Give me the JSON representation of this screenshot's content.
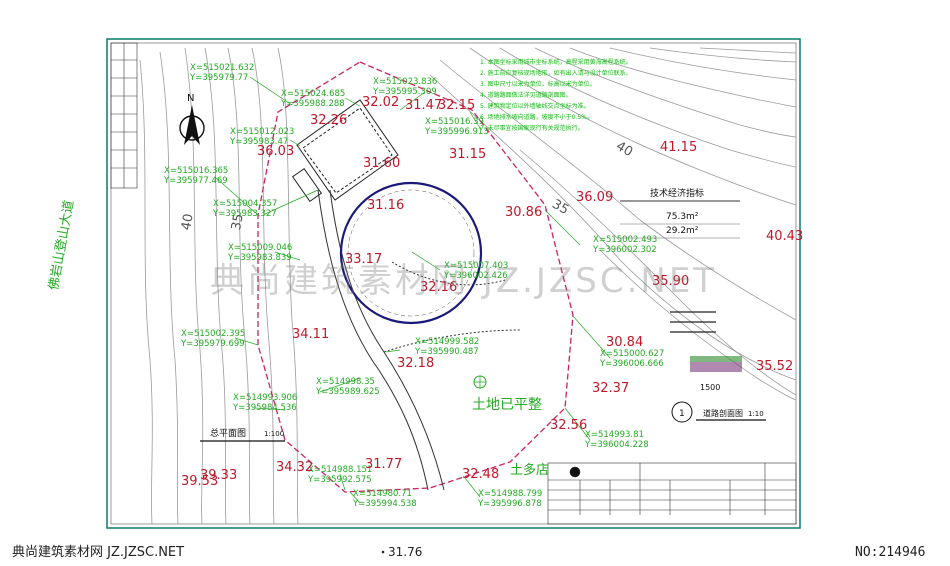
{
  "colors": {
    "frame": "#0c7a6a",
    "contour": "#9a9a9a",
    "road": "#333333",
    "coord": "#22aa22",
    "elev": "#c0182a",
    "boundary": "#cc2266",
    "circle": "#1a1a7a",
    "notes": "#11bb11"
  },
  "road_name": "佛岩山登山大道",
  "north_symbol": "north-arrow-icon",
  "coords": [
    {
      "x": "X=515021.632",
      "y": "Y=395979.77"
    },
    {
      "x": "X=515024.685",
      "y": "Y=395988.288"
    },
    {
      "x": "X=515023.836",
      "y": "Y=395995.309"
    },
    {
      "x": "X=515012.023",
      "y": "Y=395983.47"
    },
    {
      "x": "X=515016.365",
      "y": "Y=395977.469"
    },
    {
      "x": "X=515016.39",
      "y": "Y=395996.913"
    },
    {
      "x": "X=515004.357",
      "y": "Y=395983.327"
    },
    {
      "x": "X=515009.046",
      "y": "Y=395983.839"
    },
    {
      "x": "X=515002.395",
      "y": "Y=395979.699"
    },
    {
      "x": "X=515002.493",
      "y": "Y=396002.302"
    },
    {
      "x": "X=515007.403",
      "y": "Y=396002.426"
    },
    {
      "x": "X=514999.582",
      "y": "Y=395990.487"
    },
    {
      "x": "X=515000.627",
      "y": "Y=396006.666"
    },
    {
      "x": "X=514998.35",
      "y": "Y=395989.625"
    },
    {
      "x": "X=514993.906",
      "y": "Y=395984.536"
    },
    {
      "x": "X=514993.81",
      "y": "Y=396004.228"
    },
    {
      "x": "X=514988.151",
      "y": "Y=395992.575"
    },
    {
      "x": "X=514988.799",
      "y": "Y=395996.878"
    },
    {
      "x": "X=514980.71",
      "y": "Y=395994.538"
    }
  ],
  "elevations": [
    "32.26",
    "32.02",
    "31.47",
    "32.15",
    "36.03",
    "31.60",
    "31.15",
    "41.15",
    "31.16",
    "30.86",
    "36.09",
    "40.43",
    "33.17",
    "32.16",
    "35.90",
    "34.11",
    "30.84",
    "35.52",
    "32.18",
    "32.37",
    "32.56",
    "39.33",
    "34.32",
    "31.77",
    "32.48",
    "39.53",
    "31.76"
  ],
  "labels": {
    "flat_ground": "土地已平整",
    "earth_shop": "土多店",
    "plan_title": "总平面图",
    "plan_scale": "1:100",
    "section_title": "道路剖面图",
    "section_scale": "1:10",
    "section_dim": "1500",
    "table_title": "技术经济指标",
    "table_row1": "75.3m²",
    "table_row2": "29.2m²",
    "contour_40": "40",
    "contour_35": "35",
    "contour_40b": "40",
    "contour_35b": "35",
    "section_no": "1",
    "north_n": "N",
    "notes_line1": "1. 本图坐标采用城市坐标系统，高程采用黄海高程系统。",
    "notes_line2": "2. 施工前应复核现场地形，如有出入请与设计单位联系。",
    "notes_line3": "3. 图中尺寸以米为单位，标高以米为单位。",
    "notes_line4": "4. 道路路面做法详见道路剖面图。",
    "notes_line5": "5. 建筑物定位以外墙轴线交点坐标为准。",
    "notes_line6": "6. 场地排水坡向道路，坡度不小于0.5%。",
    "notes_line7": "7. 未尽事宜按国家现行有关规范执行。"
  },
  "watermark_center": "典尚建筑素材网 JZ.JZSC.NET",
  "footer_left": "典尚建筑素材网 JZ.JZSC.NET",
  "footer_center": "31.76",
  "footer_right": "NO:214946"
}
